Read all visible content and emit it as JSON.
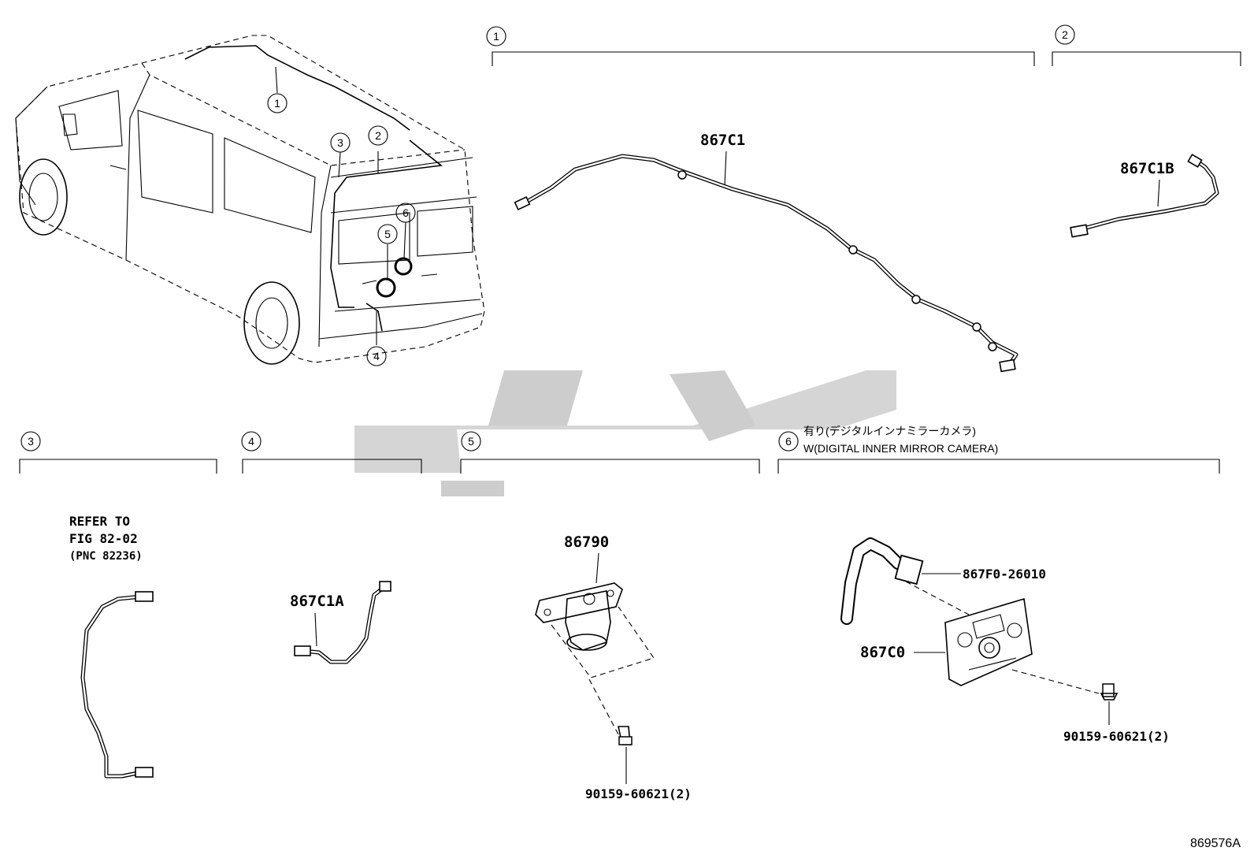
{
  "sections": [
    {
      "id": "1",
      "part_no": "867C1"
    },
    {
      "id": "2",
      "part_no": "867C1B"
    },
    {
      "id": "3",
      "refer_line1": "REFER TO",
      "refer_line2": "FIG 82-02",
      "refer_line3": "(PNC 82236)"
    },
    {
      "id": "4",
      "part_no": "867C1A"
    },
    {
      "id": "5",
      "part_no": "86790",
      "screw": "90159-60621(2)"
    },
    {
      "id": "6",
      "note_jp": "有り(デジタルインナミラーカメラ)",
      "note_en": "W(DIGITAL INNER MIRROR CAMERA)",
      "connector": "867F0-26010",
      "bracket": "867C0",
      "screw": "90159-60621(2)"
    }
  ],
  "vehicle_callouts": [
    "1",
    "2",
    "3",
    "4",
    "5",
    "6"
  ],
  "diagram_id": "869576A",
  "watermark": "logo-watermark"
}
